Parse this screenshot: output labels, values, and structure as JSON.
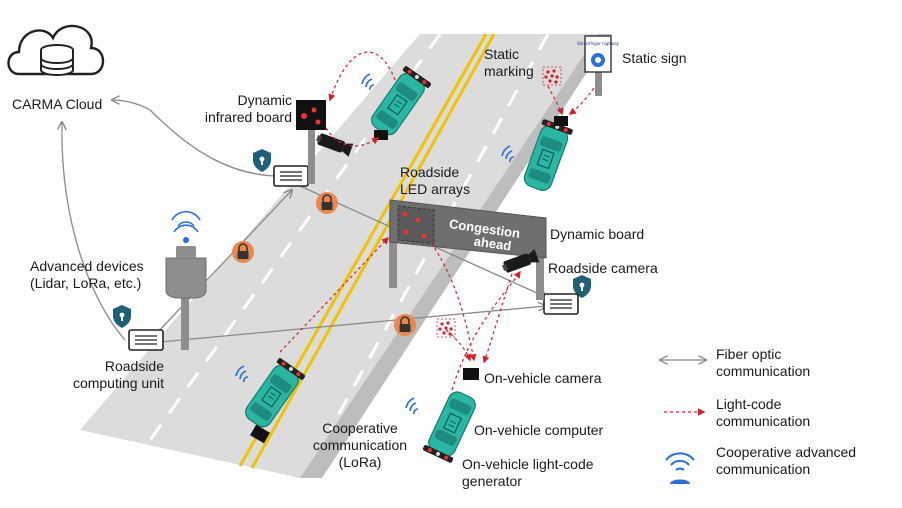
{
  "labels": {
    "carma_cloud": "CARMA Cloud",
    "dynamic_infrared_board_1": "Dynamic",
    "dynamic_infrared_board_2": "infrared board",
    "static_marking_1": "Static",
    "static_marking_2": "marking",
    "static_sign": "Static sign",
    "roadside_led_1": "Roadside",
    "roadside_led_2": "LED arrays",
    "dynamic_board": "Dynamic board",
    "roadside_camera": "Roadside camera",
    "advanced_devices_1": "Advanced devices",
    "advanced_devices_2": "(Lidar, LoRa, etc.)",
    "roadside_cu_1": "Roadside",
    "roadside_cu_2": "computing unit",
    "coop_comm_1": "Cooperative",
    "coop_comm_2": "communication",
    "coop_comm_3": "(LoRa)",
    "on_vehicle_camera": "On-vehicle camera",
    "on_vehicle_computer": "On-vehicle computer",
    "on_vehicle_lc_1": "On-vehicle light-code",
    "on_vehicle_lc_2": "generator"
  },
  "board": {
    "line1": "Congestion",
    "line2": "ahead"
  },
  "sign": {
    "text": "Stinesfinger highway"
  },
  "legend": {
    "fiber_1": "Fiber optic",
    "fiber_2": "communication",
    "lightcode_1": "Light-code",
    "lightcode_2": "communication",
    "coop_1": "Cooperative advanced",
    "coop_2": "communication"
  },
  "colors": {
    "car": "#2bb5a3",
    "car_dark": "#168073",
    "lock": "#e9874f",
    "shield": "#1f5f7a",
    "wifi": "#2a6fd6",
    "light_code": "#d0202a",
    "road": "#dcdcdc",
    "road_line_yellow": "#f2c200"
  }
}
